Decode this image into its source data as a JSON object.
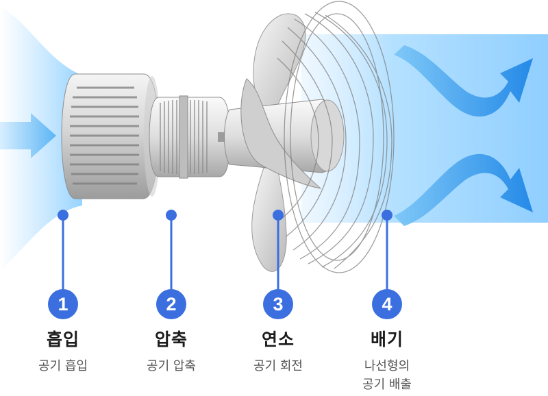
{
  "colors": {
    "accent": "#3b6fe0",
    "airflow_light": "#dff0ff",
    "airflow_mid": "#8fd0ff",
    "arrow_blue": "#2e95ef",
    "metal_light": "#e8e8e8",
    "metal_dark": "#9a9a9a"
  },
  "stages": [
    {
      "number": "1",
      "title": "흡입",
      "desc": [
        "공기 흡입"
      ]
    },
    {
      "number": "2",
      "title": "압축",
      "desc": [
        "공기 압축"
      ]
    },
    {
      "number": "3",
      "title": "연소",
      "desc": [
        "공기 회전"
      ]
    },
    {
      "number": "4",
      "title": "배기",
      "desc": [
        "나선형의",
        "공기 배출"
      ]
    }
  ]
}
